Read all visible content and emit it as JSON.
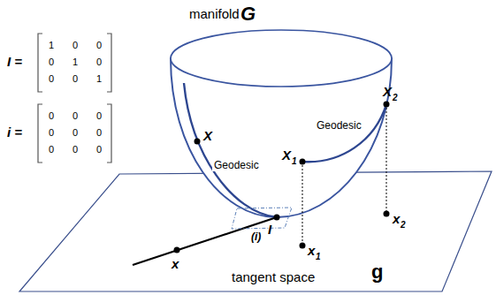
{
  "diagram": {
    "labels": [
      "manifold",
      "G",
      "I =",
      "1",
      "0",
      "0",
      "0",
      "1",
      "0",
      "0",
      "0",
      "1",
      "i =",
      "0",
      "0",
      "0",
      "0",
      "0",
      "0",
      "0",
      "0",
      "0",
      "X",
      "Geodesic",
      "X",
      "1",
      "Geodesic",
      "X",
      "2",
      "I",
      "x",
      "(i)",
      "x",
      "1",
      "x",
      "2",
      "tangent space",
      "g"
    ]
  }
}
